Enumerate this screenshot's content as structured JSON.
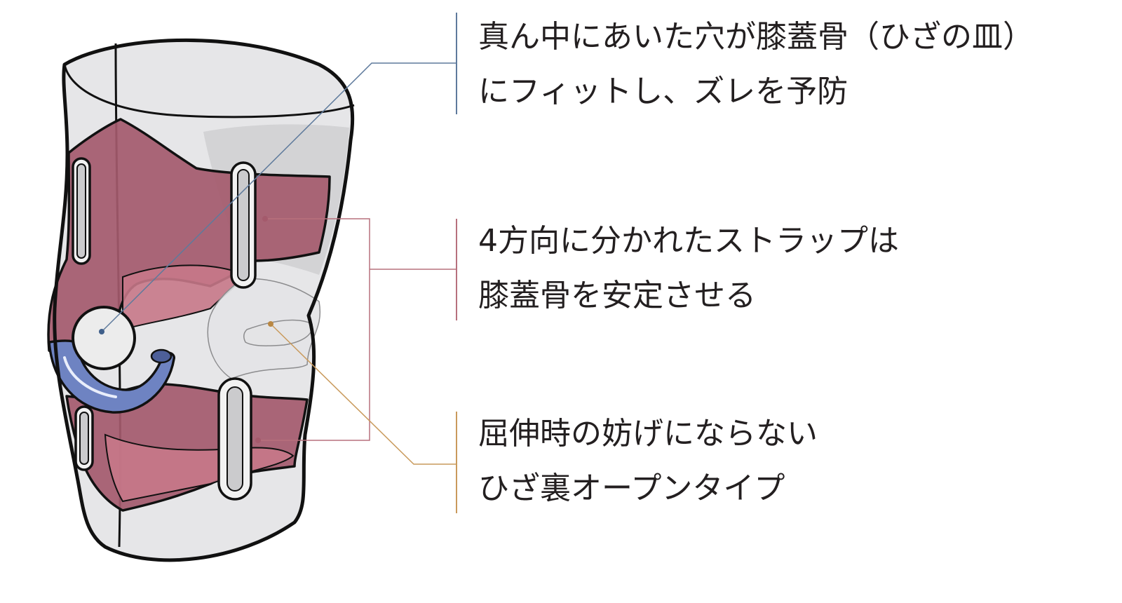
{
  "callouts": [
    {
      "id": "patella-hole",
      "lines": [
        "真ん中にあいた穴が膝蓋骨（ひざの皿）",
        "にフィットし、ズレを予防"
      ],
      "color": "#5e7a9c"
    },
    {
      "id": "four-way-straps",
      "lines": [
        "4方向に分かれたストラップは",
        "膝蓋骨を安定させる"
      ],
      "color": "#b7707d"
    },
    {
      "id": "open-back",
      "lines": [
        "屈伸時の妨げにならない",
        "ひざ裏オープンタイプ"
      ],
      "color": "#c99a5c"
    }
  ],
  "illustration": {
    "subject": "knee-brace",
    "colors": {
      "sleeve": "#e4e4e6",
      "sleeve_shadow": "#cfcfd1",
      "strap": "#a45a6c",
      "strap_light": "#c77888",
      "pad": "#6e83c2",
      "outline": "#111111"
    }
  }
}
